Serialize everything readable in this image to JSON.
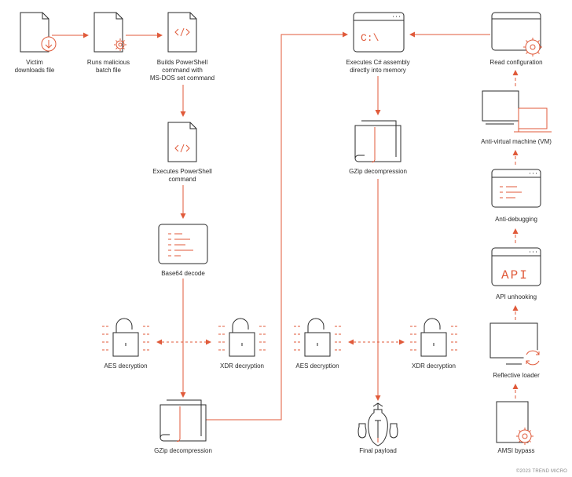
{
  "colors": {
    "accent": "#e05a3a",
    "ink": "#2a2a2a",
    "paper": "#ffffff"
  },
  "steps": {
    "victim_downloads": {
      "line1": "Victim",
      "line2": "downloads file",
      "icon": "download-document-icon"
    },
    "runs_batch": {
      "line1": "Runs malicious",
      "line2": "batch file",
      "icon": "gear-document-icon"
    },
    "builds_ps": {
      "line1": "Builds PowerShell",
      "line2": "command with",
      "line3": "MS-DOS set command",
      "icon": "code-document-icon"
    },
    "executes_ps": {
      "line1": "Executes PowerShell",
      "line2": "command",
      "icon": "code-document-icon"
    },
    "base64": {
      "label": "Base64 decode",
      "icon": "text-window-icon"
    },
    "aes_left": {
      "label": "AES decryption",
      "icon": "padlock-open-icon"
    },
    "xdr_left": {
      "label": "XDR decryption",
      "icon": "padlock-open-icon"
    },
    "gzip_left": {
      "label": "GZip decompression",
      "icon": "folder-icon"
    },
    "executes_cs": {
      "line1": "Executes C# assembly",
      "line2": "directly into memory",
      "icon": "terminal-window-icon",
      "terminal_text": "C:\\"
    },
    "gzip_mid": {
      "label": "GZip decompression",
      "icon": "folder-icon"
    },
    "aes_mid": {
      "label": "AES decryption",
      "icon": "padlock-open-icon"
    },
    "xdr_mid": {
      "label": "XDR decryption",
      "icon": "padlock-open-icon"
    },
    "final_payload": {
      "label": "Final payload",
      "icon": "bombs-icon"
    },
    "read_config": {
      "label": "Read configuration",
      "icon": "gear-window-icon"
    },
    "anti_vm": {
      "label": "Anti-virtual machine (VM)",
      "icon": "monitor-laptop-icon"
    },
    "anti_debug": {
      "label": "Anti-debugging",
      "icon": "text-window-icon"
    },
    "api_unhook": {
      "label": "API unhooking",
      "icon": "api-window-icon",
      "window_text": "API"
    },
    "reflective": {
      "label": "Reflective loader",
      "icon": "monitor-refresh-icon"
    },
    "amsi": {
      "label": "AMSI bypass",
      "icon": "gear-document-icon"
    }
  },
  "footer": {
    "text": "©2023 TREND MICRO"
  }
}
